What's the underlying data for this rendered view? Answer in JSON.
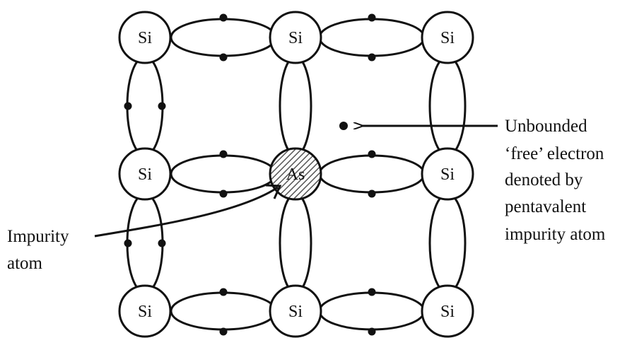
{
  "diagram": {
    "atoms": [
      {
        "label": "Si"
      },
      {
        "label": "Si"
      },
      {
        "label": "Si"
      },
      {
        "label": "Si"
      },
      {
        "label": "As",
        "impurity": true
      },
      {
        "label": "Si"
      },
      {
        "label": "Si"
      },
      {
        "label": "Si"
      },
      {
        "label": "Si"
      }
    ],
    "free_electron_caption": [
      "Unbounded",
      "‘free’ electron",
      "denoted by",
      "pentavalent",
      "impurity atom"
    ],
    "impurity_caption": [
      "Impurity",
      "atom"
    ]
  }
}
